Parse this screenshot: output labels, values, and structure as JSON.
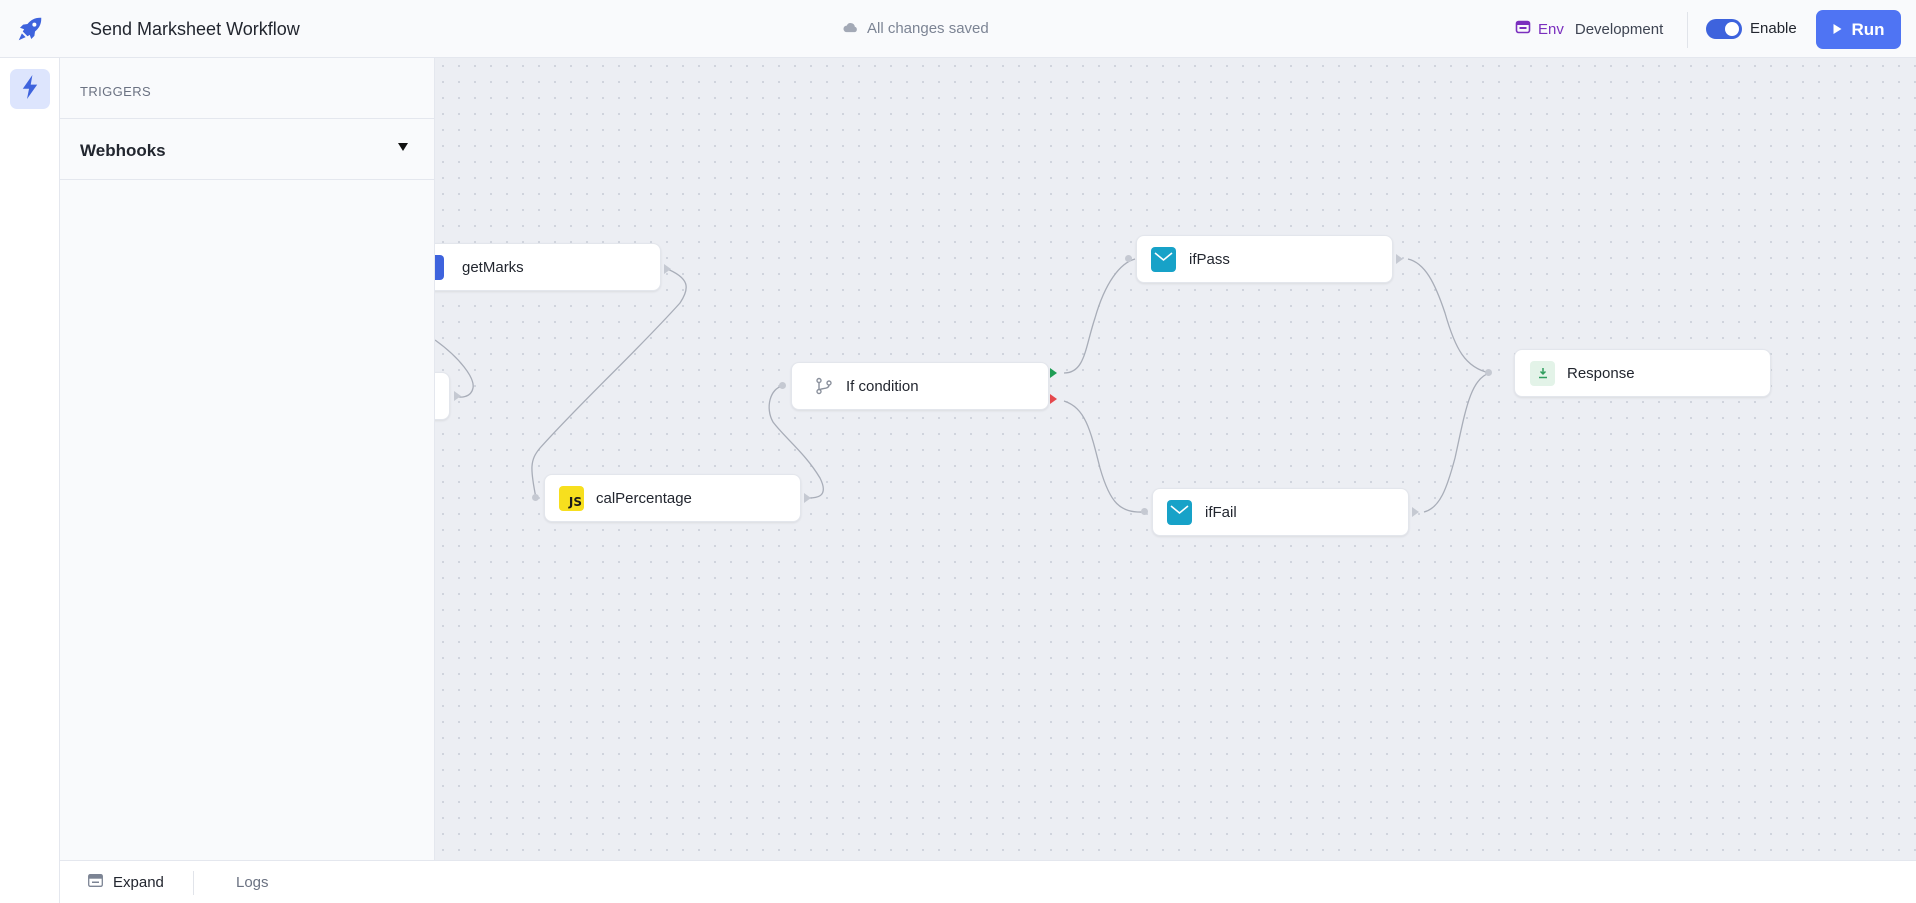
{
  "header": {
    "title": "Send Marksheet Workflow",
    "save_status": "All changes saved",
    "env_label": "Env",
    "env_value": "Development",
    "enable_label": "Enable",
    "enable_on": true,
    "run_label": "Run"
  },
  "sidebar": {
    "items": [
      {
        "icon": "lightning-icon",
        "active": true
      }
    ]
  },
  "triggers_panel": {
    "heading": "TRIGGERS",
    "sections": [
      {
        "label": "Webhooks",
        "expanded": false
      }
    ]
  },
  "canvas": {
    "nodes": [
      {
        "id": "getMarks",
        "label": "getMarks",
        "icon": "database-icon"
      },
      {
        "id": "partial",
        "label": "",
        "icon": ""
      },
      {
        "id": "calPercentage",
        "label": "calPercentage",
        "icon": "javascript-icon",
        "icon_text": "JS"
      },
      {
        "id": "ifCondition",
        "label": "If condition",
        "icon": "branch-icon"
      },
      {
        "id": "ifPass",
        "label": "ifPass",
        "icon": "mail-icon"
      },
      {
        "id": "ifFail",
        "label": "ifFail",
        "icon": "mail-icon"
      },
      {
        "id": "response",
        "label": "Response",
        "icon": "response-icon"
      }
    ]
  },
  "controls": {
    "items": [
      "zoom-in-icon",
      "zoom-out-icon",
      "fit-view-icon",
      "lock-icon"
    ]
  },
  "bottom_bar": {
    "expand_label": "Expand",
    "logs_label": "Logs"
  },
  "colors": {
    "accent": "#4f74f3",
    "env": "#7b2fbe",
    "mail": "#17a2c8",
    "js": "#f7df1e",
    "true_branch": "#1f9d55",
    "false_branch": "#e5484d"
  }
}
